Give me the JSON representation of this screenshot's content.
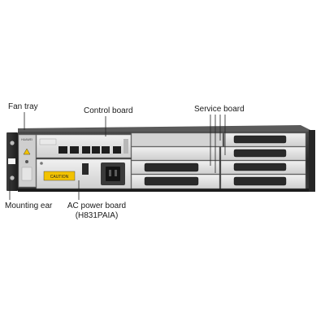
{
  "callouts": {
    "fan_tray": "Fan tray",
    "control_board": "Control board",
    "service_board": "Service board",
    "mounting_ear": "Mounting ear",
    "ac_power_board_line1": "AC power board",
    "ac_power_board_line2": "(H831PAIA)"
  },
  "device_text": {
    "brand": "HUAWEI",
    "caution": "CAUTION"
  },
  "colors": {
    "chassis_dark": "#2b2b2b",
    "panel": "#d9d9d9",
    "board_face": "#e6e6e6",
    "port_dark": "#1e1e1e",
    "warning_yellow": "#f2c200",
    "leader": "#222222"
  }
}
